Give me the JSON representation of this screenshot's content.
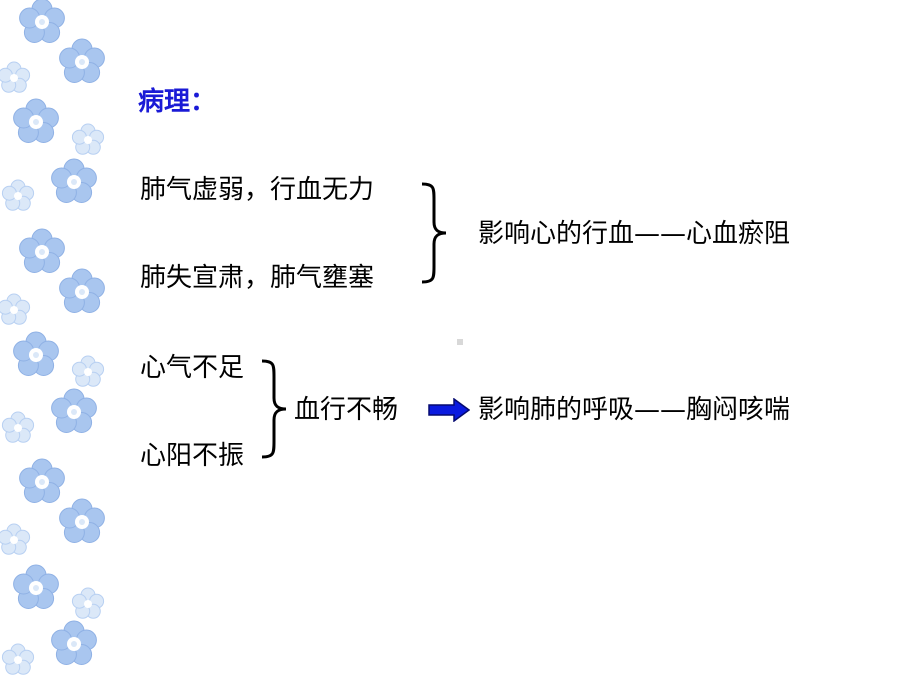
{
  "heading": "病理：",
  "group1": {
    "line1": "肺气虚弱，行血无力",
    "line2": "肺失宣肃，肺气壅塞",
    "result": "影响心的行血——心血瘀阻"
  },
  "group2": {
    "line1": "心气不足",
    "line2": "心阳不振",
    "middle": "血行不畅",
    "result": "影响肺的呼吸——胸闷咳喘"
  },
  "colors": {
    "heading": "#1a1ad6",
    "arrow": "#0a1adf",
    "flower_blue": "#a9c6ef",
    "flower_light": "#dbe8f8"
  },
  "icons": {
    "arrow": "right-arrow-icon",
    "border": "blue-flower-border"
  }
}
